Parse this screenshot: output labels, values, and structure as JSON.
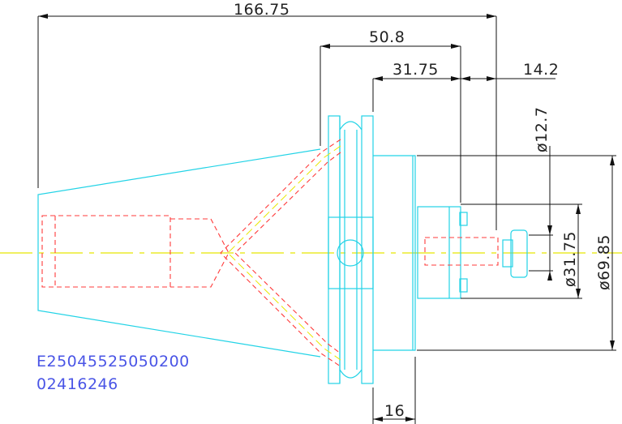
{
  "dimensions": {
    "overall_length": "166.75",
    "flange_to_end": "50.8",
    "body_length": "31.75",
    "stub_length": "14.2",
    "flange_width": "16",
    "stub_diameter": "ø12.7",
    "body_diameter": "ø31.75",
    "flange_diameter": "ø69.85"
  },
  "part_numbers": {
    "line1": "E25045525050200",
    "line2": "02416246"
  },
  "colors": {
    "outline": "#22d3e6",
    "hidden": "#ff3b3b",
    "centerline": "#e8e800",
    "dimension": "#111111",
    "part_text": "#4a55e6"
  }
}
